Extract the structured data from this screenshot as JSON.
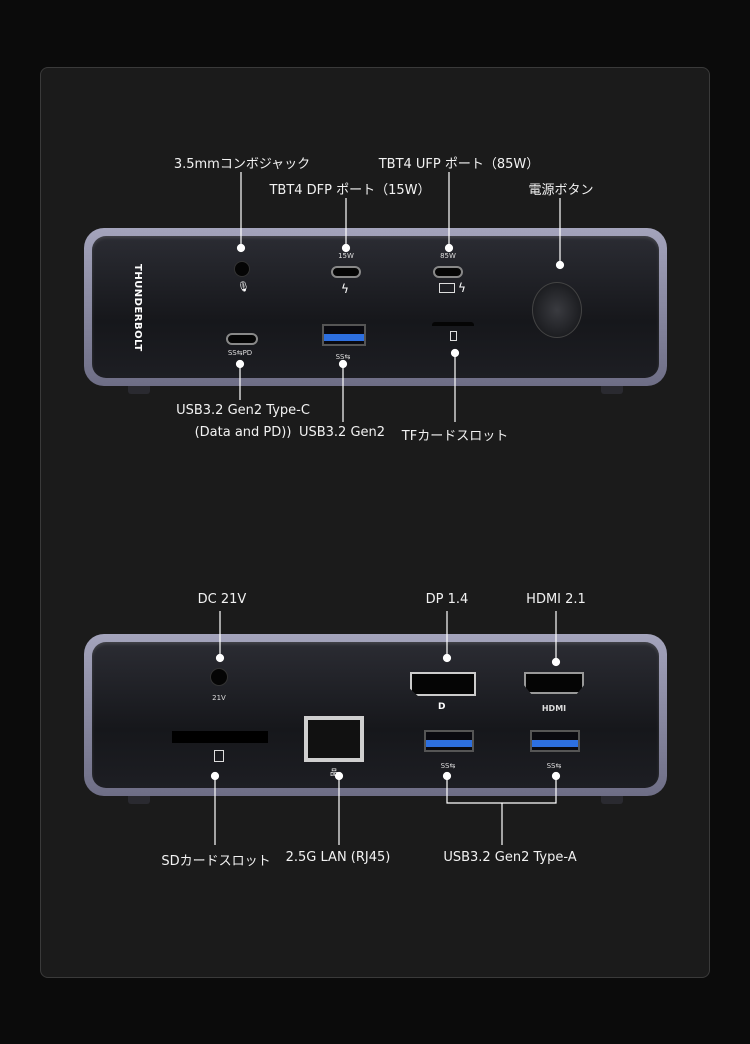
{
  "top_device": {
    "brand": "THUNDERBOLT",
    "port_marks": {
      "dfp_power": "15W",
      "ufp_power": "85W"
    },
    "labels": {
      "audio": "3.5mmコンボジャック",
      "tbt_dfp": "TBT4 DFP ポート（15W）",
      "tbt_ufp": "TBT4 UFP ポート（85W）",
      "power_button": "電源ボタン",
      "usb_c_line1": "USB3.2 Gen2 Type-C",
      "usb_c_line2": "(Data and PD))",
      "usb_a": "USB3.2 Gen2",
      "tf_slot": "TFカードスロット"
    }
  },
  "bottom_device": {
    "port_marks": {
      "dc": "21V",
      "hdmi": "HDMI",
      "ss": "SS"
    },
    "labels": {
      "dc": "DC 21V",
      "dp": "DP 1.4",
      "hdmi": "HDMI 2.1",
      "sd_slot": "SDカードスロット",
      "lan": "2.5G LAN (RJ45)",
      "usb_a": "USB3.2 Gen2 Type-A"
    }
  },
  "colors": {
    "frame": "#9a9ab2",
    "usb_blue": "#2d6fe0",
    "background": "#1b1b1b"
  }
}
